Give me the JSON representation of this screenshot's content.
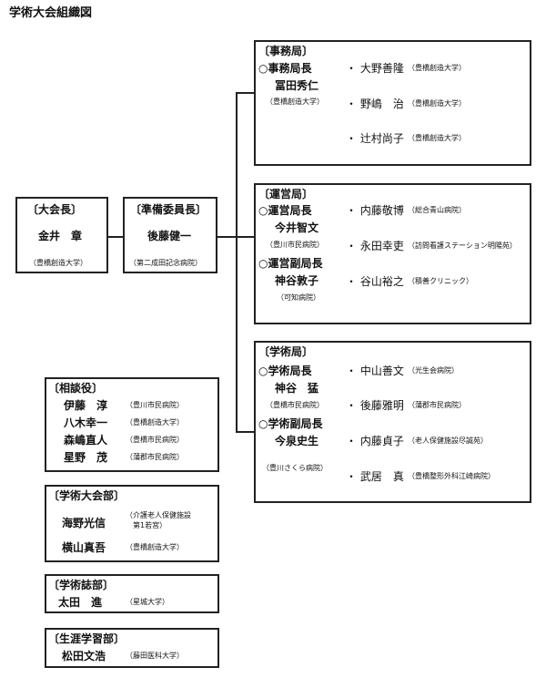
{
  "title": "学術大会組織図",
  "president": {
    "heading": "〔大会長〕",
    "name": "金井　章",
    "affil": "（豊橋創造大学）"
  },
  "prep": {
    "heading": "〔準備委員長〕",
    "name": "後藤健一",
    "affil": "（第二成田記念病院）"
  },
  "secretariat": {
    "heading": "〔事務局〕",
    "head_title": "○事務局長",
    "head_name": "冨田秀仁",
    "head_affil": "（豊橋創造大学）",
    "members": [
      {
        "name": "・ 大野善隆",
        "affil": "（豊橋創造大学）"
      },
      {
        "name": "・ 野嶋　治",
        "affil": "（豊橋創造大学）"
      },
      {
        "name": "・ 辻村尚子",
        "affil": "（豊橋創造大学）"
      }
    ]
  },
  "operations": {
    "heading": "〔運営局〕",
    "head_title": "○運営局長",
    "head_name": "今井智文",
    "head_affil": "（豊川市民病院）",
    "vice_title": "○運営副局長",
    "vice_name": "神谷敦子",
    "vice_affil": "（可知病院）",
    "members": [
      {
        "name": "・ 内藤敬博",
        "affil": "（総合青山病院）"
      },
      {
        "name": "・ 永田幸吏",
        "affil": "（訪問看護ステーション明陽苑）"
      },
      {
        "name": "・ 谷山裕之",
        "affil": "（積善クリニック）"
      }
    ]
  },
  "academic": {
    "heading": "〔学術局〕",
    "head_title": "○学術局長",
    "head_name": "神谷　猛",
    "head_affil": "（豊橋市民病院）",
    "vice_title": "○学術副局長",
    "vice_name": "今泉史生",
    "vice_affil": "（豊川さくら病院）",
    "members": [
      {
        "name": "・ 中山善文",
        "affil": "（光生会病院）"
      },
      {
        "name": "・ 後藤雅明",
        "affil": "（蒲郡市民病院）"
      },
      {
        "name": "・ 内藤貞子",
        "affil": "（老人保健施設尽誠苑）"
      },
      {
        "name": "・ 武居　真",
        "affil": "（豊橋整形外科江崎病院）"
      }
    ]
  },
  "advisors": {
    "heading": "〔相談役〕",
    "members": [
      {
        "name": "伊藤　淳",
        "affil": "（豊川市民病院）"
      },
      {
        "name": "八木幸一",
        "affil": "（豊橋創造大学）"
      },
      {
        "name": "森嶋直人",
        "affil": "（豊橋市民病院）"
      },
      {
        "name": "星野　茂",
        "affil": "（蒲郡市民病院）"
      }
    ]
  },
  "congress": {
    "heading": "〔学術大会部〕",
    "members": [
      {
        "name": "海野光信",
        "affil1": "（介護老人保健施設",
        "affil2": "第1若宮）"
      },
      {
        "name": "横山真吾",
        "affil1": "（豊橋創造大学）"
      }
    ]
  },
  "journal": {
    "heading": "〔学術誌部〕",
    "name": "太田　進",
    "affil": "（星城大学）"
  },
  "lifelong": {
    "heading": "〔生涯学習部〕",
    "name": "松田文浩",
    "affil": "（藤田医科大学）"
  }
}
